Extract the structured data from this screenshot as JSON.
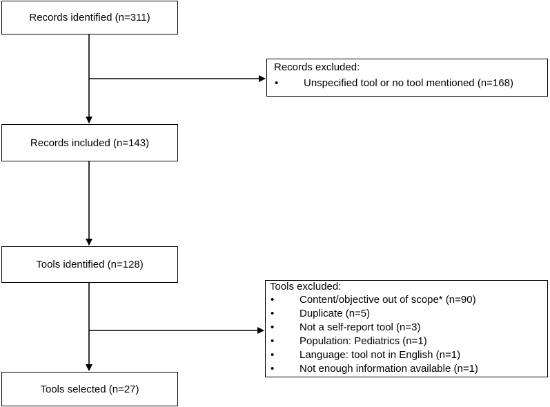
{
  "boxes": {
    "records_identified": "Records identified (n=311)",
    "records_included": "Records included (n=143)",
    "tools_identified": "Tools identified (n=128)",
    "tools_selected": "Tools selected (n=27)"
  },
  "records_excluded": {
    "title": "Records excluded:",
    "items": [
      "Unspecified tool or no tool mentioned (n=168)"
    ]
  },
  "tools_excluded": {
    "title": "Tools excluded:",
    "items": [
      "Content/objective out of scope* (n=90)",
      "Duplicate (n=5)",
      "Not a self-report tool (n=3)",
      "Population: Pediatrics (n=1)",
      "Language: tool not in English (n=1)",
      "Not enough information available (n=1)"
    ]
  },
  "bullet_glyph": "•"
}
